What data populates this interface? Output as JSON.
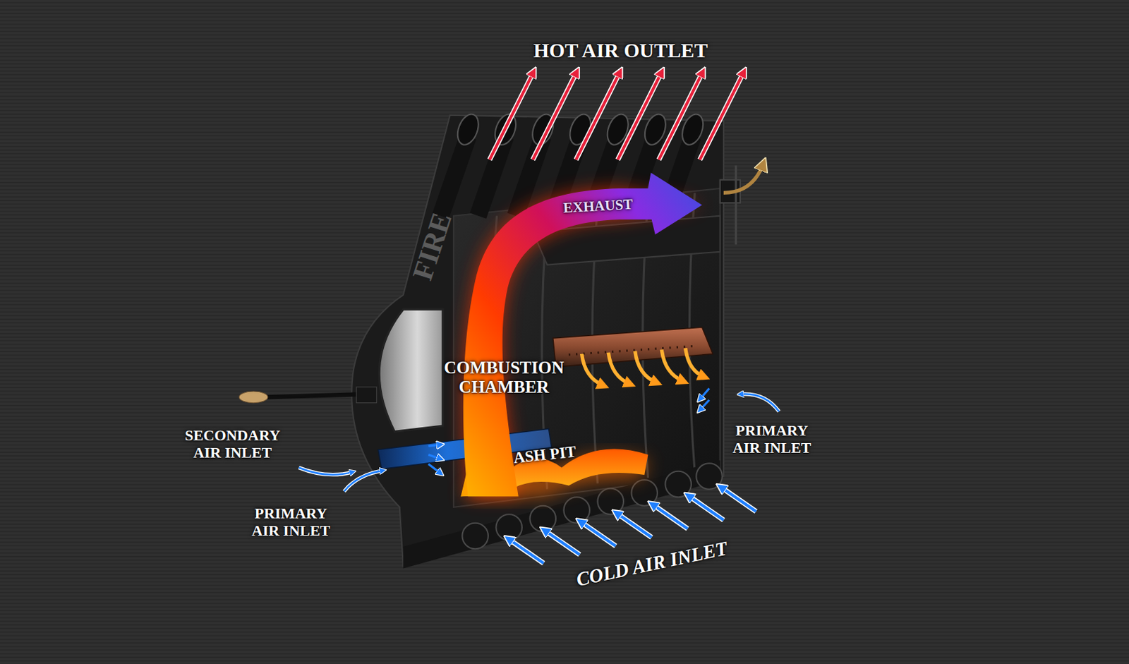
{
  "diagram": {
    "labels": [
      "HOT AIR OUTLET",
      "EXHAUST",
      "FIRE",
      "COMBUSTION CHAMBER",
      "ASH PIT",
      "SECONDARY AIR INLET",
      "PRIMARY AIR INLET",
      "PRIMARY AIR INLET",
      "COLD AIR INLET"
    ]
  }
}
